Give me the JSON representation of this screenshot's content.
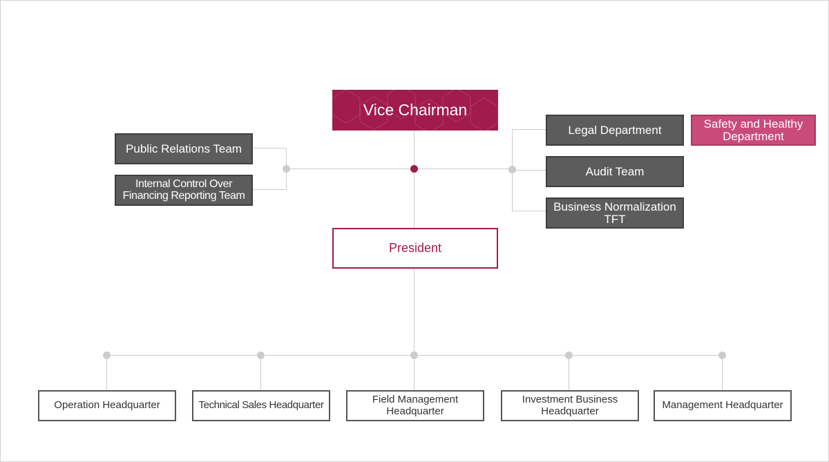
{
  "vice_chairman": "Vice Chairman",
  "president": "President",
  "left_units": {
    "public_relations": "Public Relations Team",
    "internal_control": "Internal Control Over Financing Reporting Team"
  },
  "right_units": {
    "legal": "Legal Department",
    "safety": "Safety and Healthy Department",
    "audit": "Audit Team",
    "business_normalization": "Business Normalization TFT"
  },
  "headquarters": [
    "Operation Headquarter",
    "Technical Sales Headquarter",
    "Field Management Headquarter",
    "Investment Business Headquarter",
    "Management Headquarter"
  ],
  "colors": {
    "accent": "#a11b4d",
    "safety": "#c94b79",
    "dark_box": "#5c5c5c",
    "connector": "#cccccc"
  }
}
